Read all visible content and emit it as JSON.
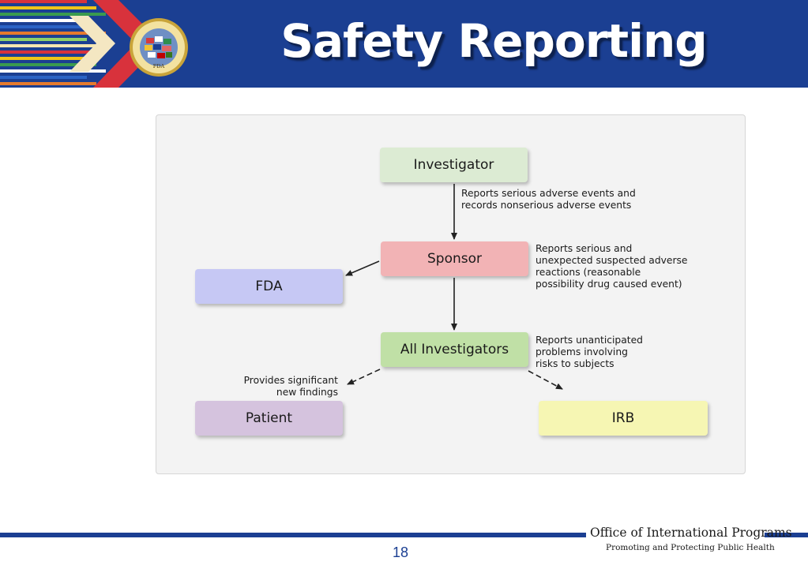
{
  "header": {
    "title": "Safety Reporting",
    "seal_text": "FDA",
    "colors": {
      "banner": "#1b3f92",
      "arrow": "#d8323c"
    }
  },
  "diagram": {
    "nodes": {
      "investigator": {
        "label": "Investigator",
        "color": "#dcebd3"
      },
      "sponsor": {
        "label": "Sponsor",
        "color": "#f2b3b5"
      },
      "fda": {
        "label": "FDA",
        "color": "#c6c8f4"
      },
      "all_investigators": {
        "label": "All Investigators",
        "color": "#c0e0a6"
      },
      "patient": {
        "label": "Patient",
        "color": "#d5c3de"
      },
      "irb": {
        "label": "IRB",
        "color": "#f6f6b3"
      }
    },
    "notes": {
      "investigator_to_sponsor": "Reports serious adverse events and\nrecords nonserious adverse events",
      "sponsor_to_fda": "Reports serious and\nunexpected suspected adverse\nreactions (reasonable\npossibility drug caused event)",
      "all_to_irb": "Reports unanticipated\nproblems involving\nrisks to subjects",
      "all_to_patient": "Provides significant\nnew findings"
    }
  },
  "footer": {
    "office": "Office of International Programs",
    "tagline": "Promoting and Protecting Public Health",
    "page_number": "18"
  }
}
